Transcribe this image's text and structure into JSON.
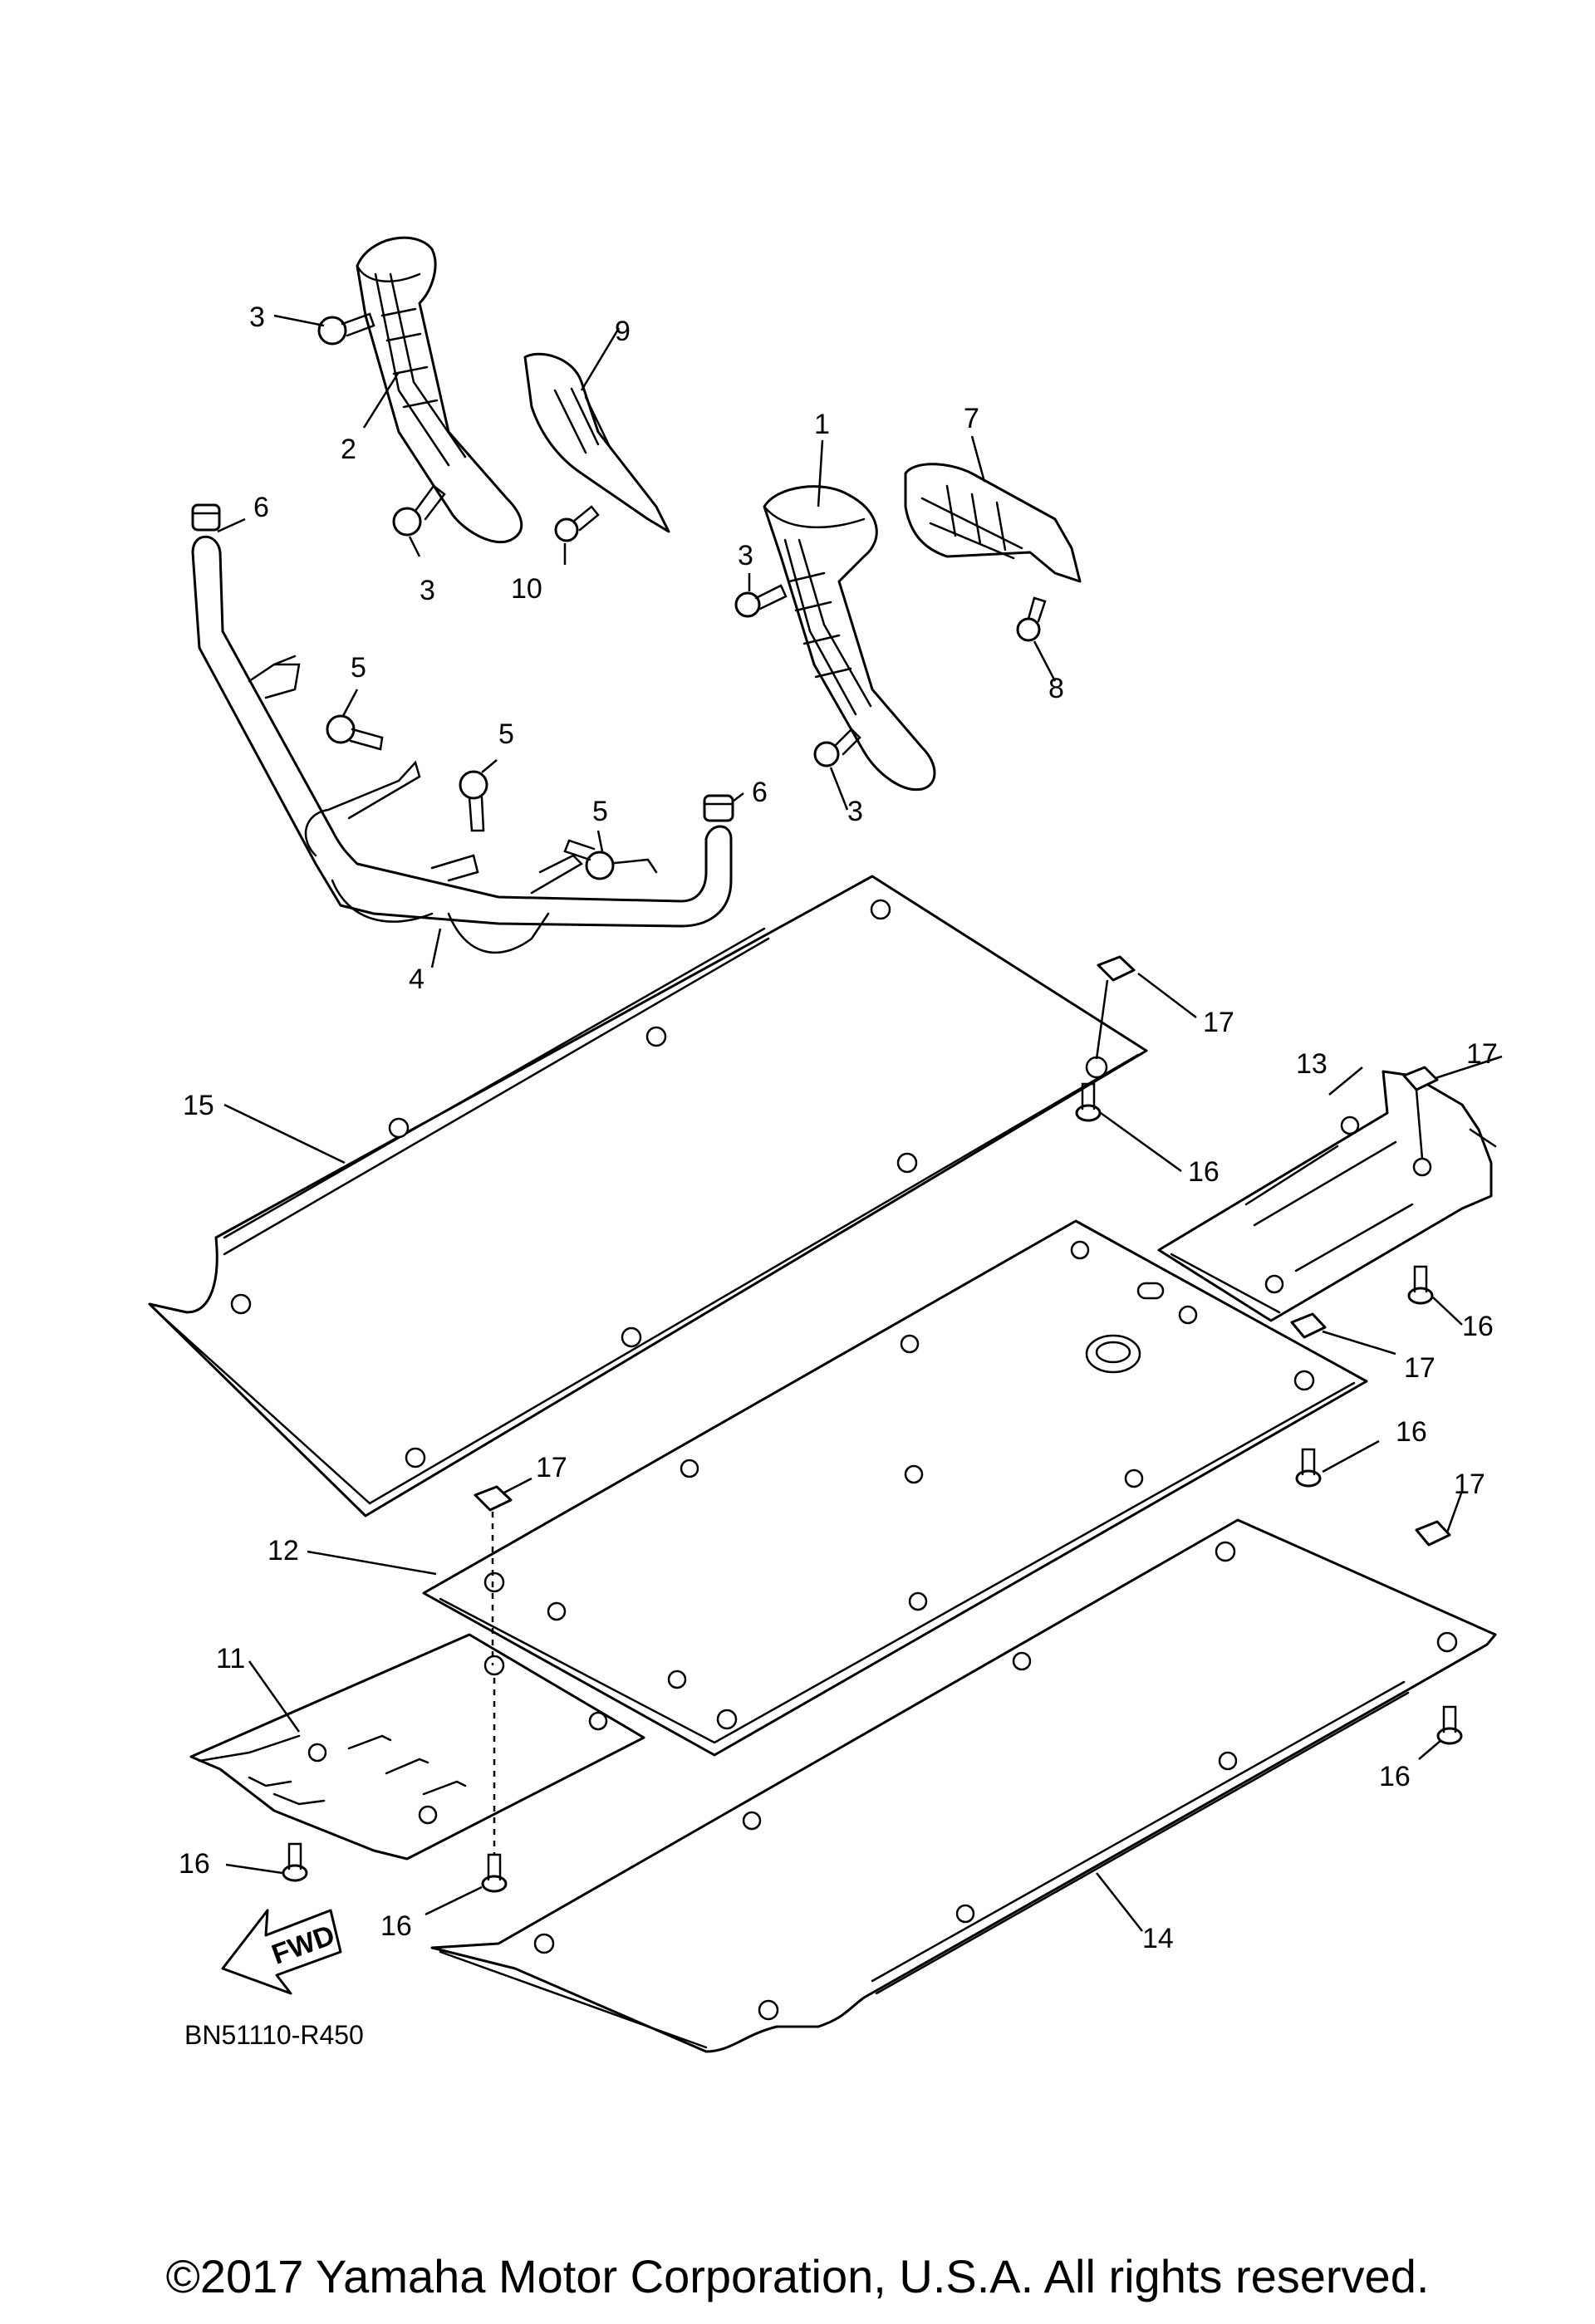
{
  "diagram": {
    "callouts": {
      "c1": "1",
      "c2": "2",
      "c3a": "3",
      "c3b": "3",
      "c3c": "3",
      "c3d": "3",
      "c4": "4",
      "c5a": "5",
      "c5b": "5",
      "c5c": "5",
      "c6a": "6",
      "c6b": "6",
      "c7": "7",
      "c8": "8",
      "c9": "9",
      "c10": "10",
      "c11": "11",
      "c12": "12",
      "c13": "13",
      "c14": "14",
      "c15": "15",
      "c16a": "16",
      "c16b": "16",
      "c16c": "16",
      "c16d": "16",
      "c16e": "16",
      "c16f": "16",
      "c17a": "17",
      "c17b": "17",
      "c17c": "17",
      "c17d": "17",
      "c17e": "17"
    },
    "fwd_label": "FWD",
    "reference_code": "BN51110-R450"
  },
  "footer": {
    "copyright": "©2017 Yamaha Motor Corporation, U.S.A. All rights reserved."
  }
}
